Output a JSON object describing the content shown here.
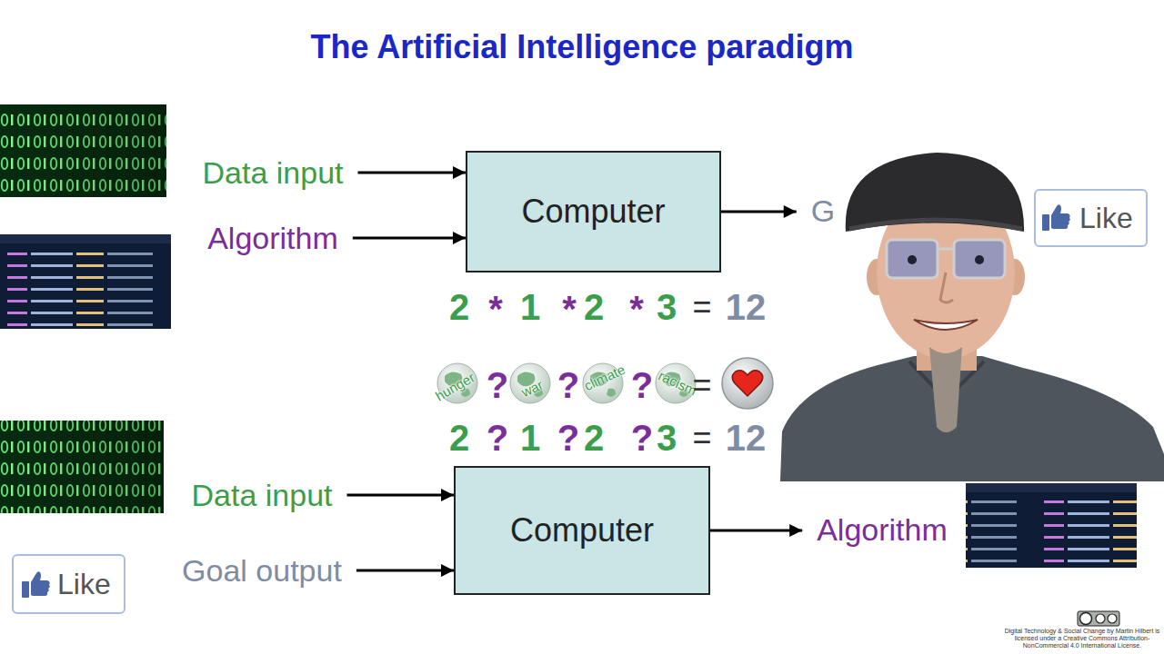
{
  "diagram": {
    "title": "The Artificial Intelligence paradigm",
    "nodes": [
      {
        "text": [
          "Data input"
        ]
      },
      {
        "text": [
          "Algorithm"
        ]
      },
      {
        "text": [
          "Computer"
        ]
      },
      {
        "text": [
          "G"
        ]
      },
      {
        "text": [
          "Like"
        ]
      },
      {
        "text": [
          "Data input"
        ]
      },
      {
        "text": [
          "Computer"
        ]
      },
      {
        "text": [
          "Algorithm"
        ]
      },
      {
        "text": [
          "Like"
        ]
      },
      {
        "text": [
          "Goal output"
        ]
      }
    ],
    "edges": [
      {
        "from": 0,
        "to": 2,
        "arrow": "to"
      },
      {
        "from": 1,
        "to": 2,
        "arrow": "to"
      },
      {
        "from": 2,
        "to": 3,
        "arrow": "to"
      },
      {
        "from": 5,
        "to": 6,
        "arrow": "to"
      },
      {
        "from": 9,
        "to": 6,
        "arrow": "to"
      },
      {
        "from": 6,
        "to": 7,
        "arrow": "to"
      }
    ],
    "labels": [
      "2",
      "*",
      "1",
      "*",
      "2",
      "*",
      "3",
      "=",
      "12",
      "hunger",
      "?",
      "war",
      "?",
      "climate",
      "?",
      "racism",
      "=",
      "2",
      "?",
      "1",
      "?",
      "2",
      "?",
      "3",
      "=",
      "12",
      "Digital Technology & Social Change by Martin Hilbert is licensed under a Creative Commons Attribution-NonCommercial 4.0 International License."
    ]
  }
}
